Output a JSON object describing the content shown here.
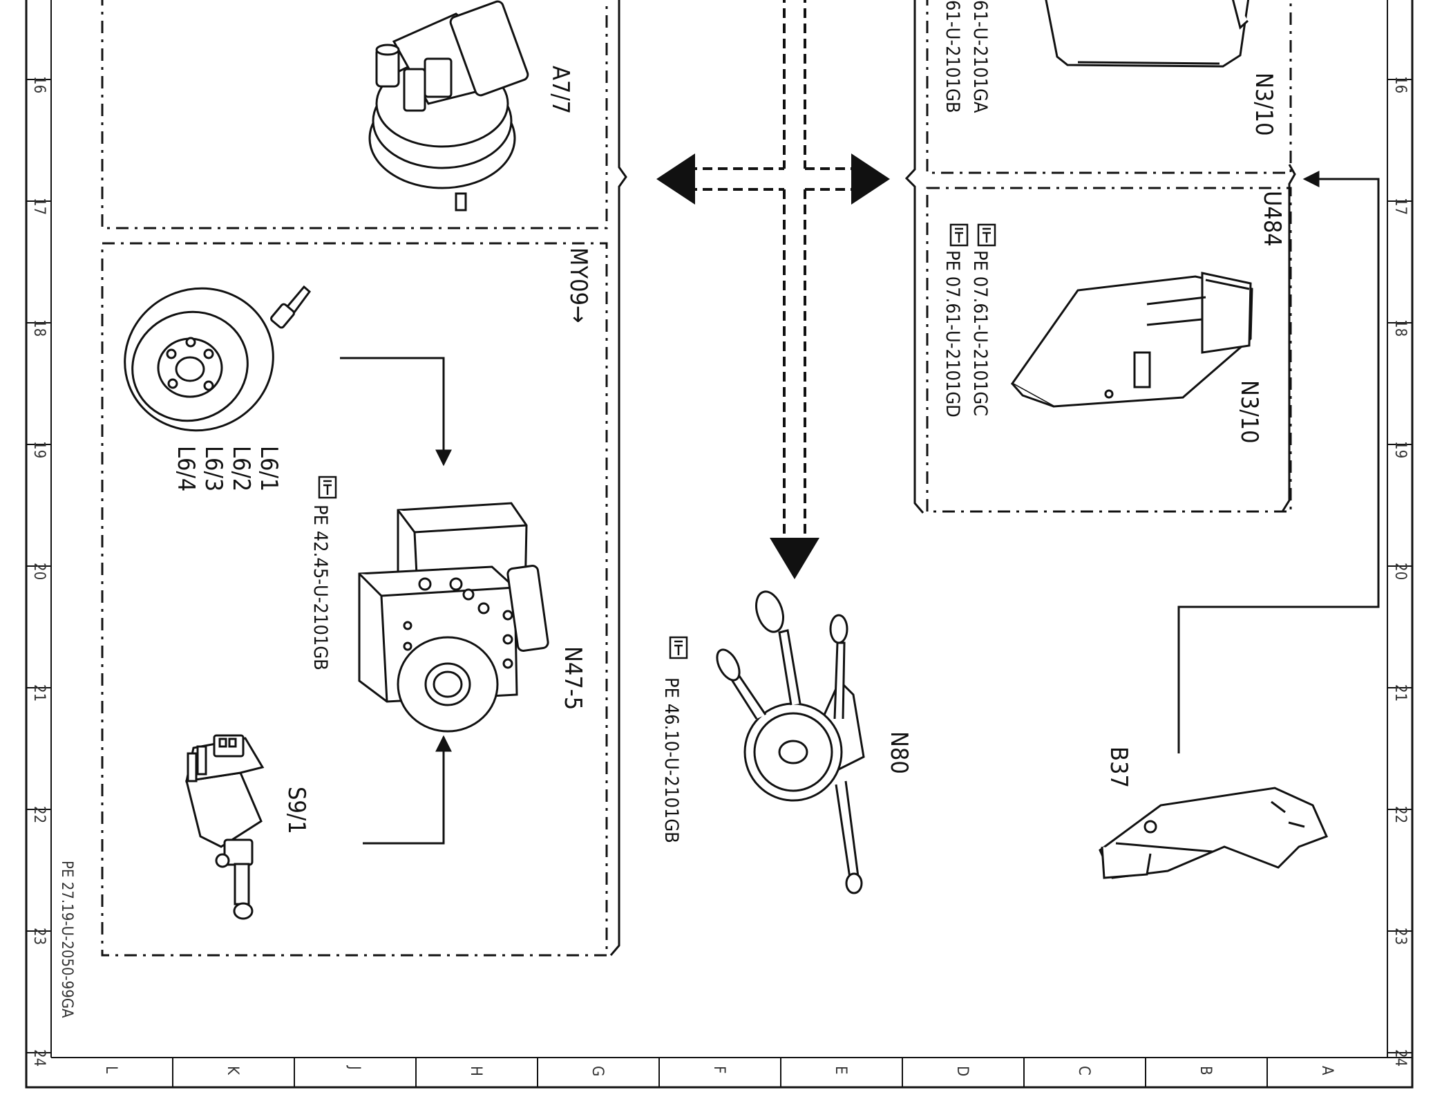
{
  "document_code": "PE 27.19-U-2050-99GA",
  "ruler_numbers": [
    "16",
    "17",
    "18",
    "19",
    "20",
    "21",
    "22",
    "23",
    "24"
  ],
  "ruler_letters": [
    "L",
    "K",
    "J",
    "H",
    "G",
    "F",
    "E",
    "D",
    "C",
    "B",
    "A"
  ],
  "components": {
    "a7_7": {
      "label": "A7/7"
    },
    "myo9": {
      "label": "MY09→"
    },
    "l6": {
      "label_1": "L6/1",
      "label_2": "L6/2",
      "label_3": "L6/3",
      "label_4": "L6/4"
    },
    "pump": {
      "ref": "PE 42.45-U-2101GB"
    },
    "n47": {
      "label": "N47-5"
    },
    "s9": {
      "label": "S9/1"
    },
    "n80": {
      "label": "N80",
      "ref": "PE 46.10-U-2101GB"
    },
    "n3_10_top": {
      "label": "N3/10",
      "ref_a": "61-U-2101GA",
      "ref_b": "61-U-2101GB"
    },
    "u484": {
      "label": "U484"
    },
    "n3_10_bottom": {
      "label": "N3/10",
      "ref_c": "PE 07.61-U-2101GC",
      "ref_d": "PE 07.61-U-2101GD"
    },
    "b37": {
      "label": "B37"
    }
  }
}
